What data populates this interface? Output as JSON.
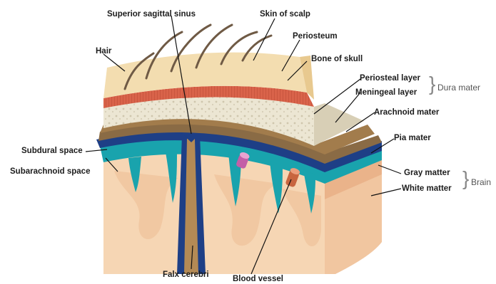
{
  "diagram": {
    "labels": {
      "superior_sagittal_sinus": "Superior sagittal sinus",
      "skin_of_scalp": "Skin of scalp",
      "hair": "Hair",
      "periosteum": "Periosteum",
      "bone_of_skull": "Bone of skull",
      "periosteal_layer": "Periosteal layer",
      "meningeal_layer": "Meningeal layer",
      "arachnoid_mater": "Arachnoid mater",
      "pia_mater": "Pia mater",
      "subdural_space": "Subdural space",
      "subarachnoid_space": "Subarachnoid space",
      "gray_matter": "Gray matter",
      "white_matter": "White matter",
      "falx_cerebri": "Falx cerebri",
      "blood_vessel": "Blood vessel"
    },
    "groups": {
      "dura_mater": "Dura mater",
      "brain": "Brain"
    },
    "colors": {
      "scalp": "#f3ddb0",
      "periosteum": "#d9634a",
      "bone": "#ece6d3",
      "dura": "#a27c4c",
      "arachnoid": "#1e3f86",
      "pia": "#19a3ad",
      "gray_matter": "#f6d6b4",
      "white_matter": "#f1c6a0",
      "vessel": "#c8653f"
    }
  }
}
